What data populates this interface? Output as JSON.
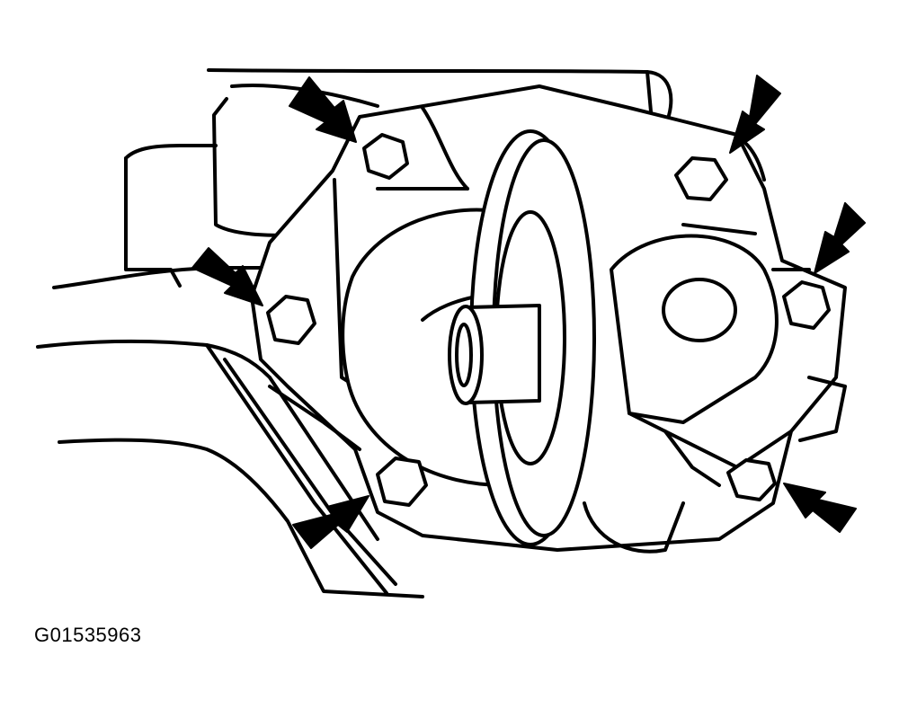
{
  "figure": {
    "code": "G01535963",
    "ink_color": "#000000",
    "paper_color": "#ffffff",
    "bolt_count": 6,
    "callout_arrow_count": 6
  }
}
